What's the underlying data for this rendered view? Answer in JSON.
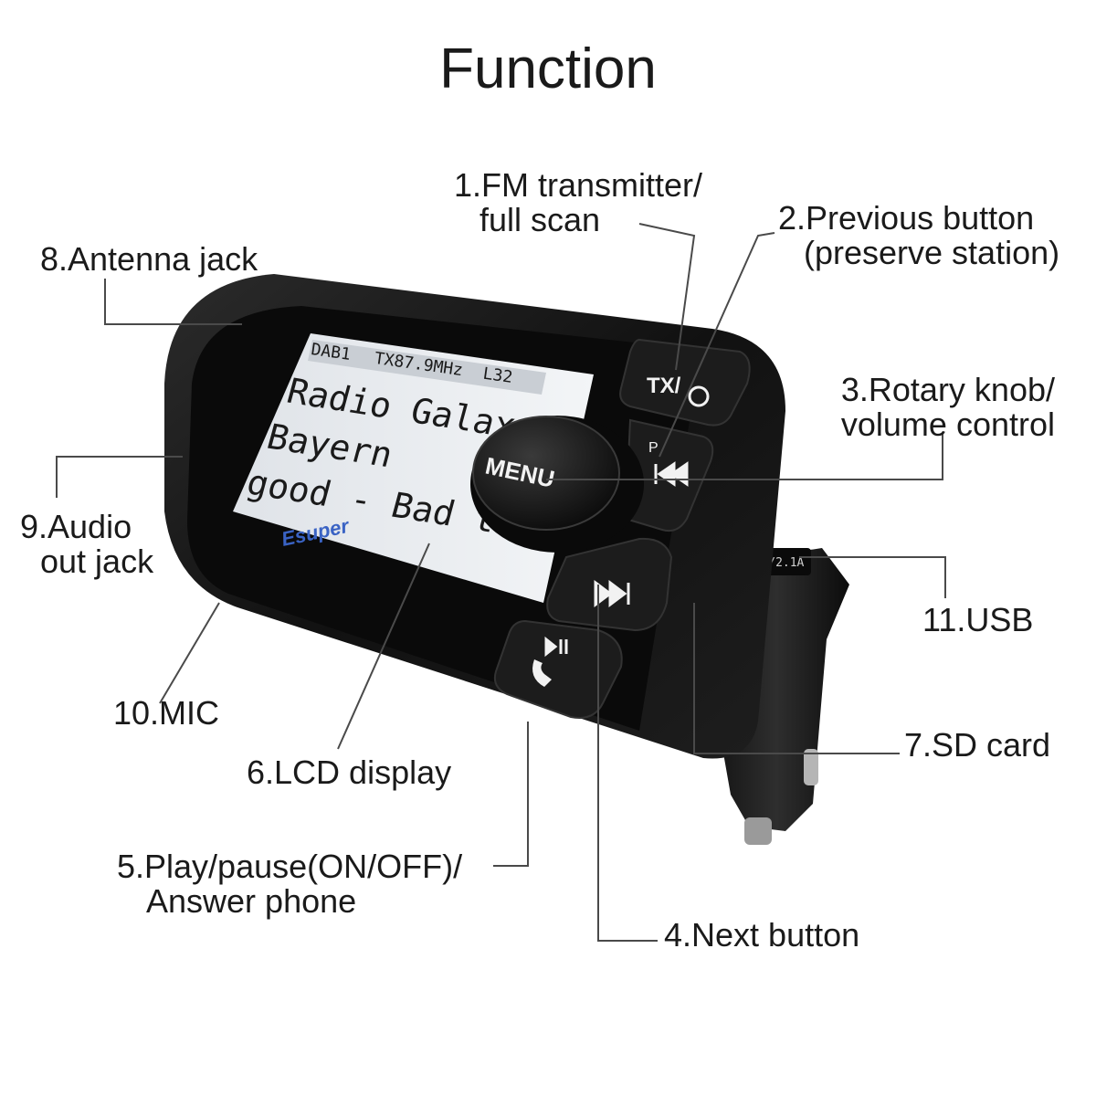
{
  "title": "Function",
  "callouts": {
    "fm_transmitter": [
      "1.FM transmitter/",
      "full scan"
    ],
    "previous_button": [
      "2.Previous button",
      "(preserve station)"
    ],
    "rotary_knob": [
      "3.Rotary knob/",
      "volume control"
    ],
    "next_button": [
      "4.Next button"
    ],
    "play_pause": [
      "5.Play/pause(ON/OFF)/",
      "Answer phone"
    ],
    "lcd_display": [
      "6.LCD display"
    ],
    "sd_card": [
      "7.SD card"
    ],
    "antenna_jack": [
      "8.Antenna jack"
    ],
    "audio_out_jack": [
      "9.Audio",
      "out jack"
    ],
    "mic": [
      "10.MIC"
    ],
    "usb": [
      "11.USB"
    ]
  },
  "device": {
    "lcd_status_left": "DAB1",
    "lcd_status_mid": "TX87.9MHz",
    "lcd_status_right": "L32",
    "lcd_line1": "Radio Galaxy",
    "lcd_line2": "Bayern",
    "lcd_line3": "good - Bad to",
    "brand": "Esuper",
    "button_tx": "TX/",
    "button_prev_mark": "P",
    "knob_label": "MENU",
    "usb_rating": "5V/2.1A"
  },
  "colors": {
    "device_body": "#151515",
    "lcd_background": "#e9ecf0",
    "lcd_text": "#1a1a1a",
    "button_face": "#1c1c1c",
    "button_text": "#f2f2f2",
    "leader_line": "#4a4a4a"
  }
}
